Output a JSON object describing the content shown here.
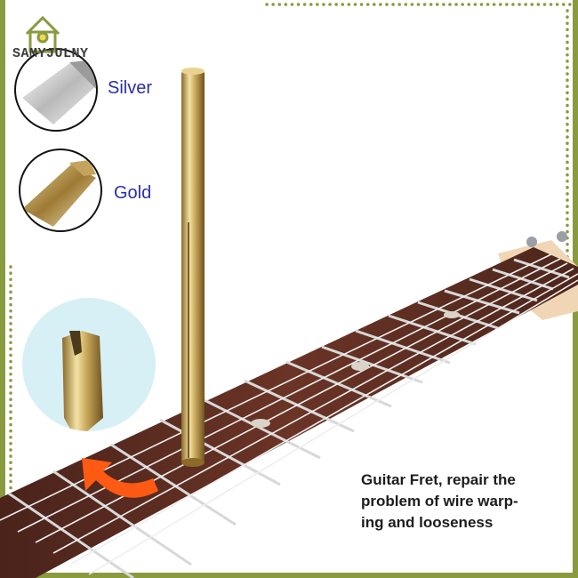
{
  "brand": {
    "watermark": "SAMYJULNY"
  },
  "variants": {
    "silver_label": "Silver",
    "gold_label": "Gold"
  },
  "caption": {
    "line1": "Guitar Fret, repair the",
    "line2": "problem of wire warp-",
    "line3": "ing and looseness"
  },
  "colors": {
    "frame_green": "#8a9a3e",
    "label_blue": "#2a2fa8",
    "arrow_orange": "#ff5a14",
    "fretboard": "#5a2d22",
    "gold": "#c9a75a",
    "inset_circle": "#d7f0f5"
  }
}
